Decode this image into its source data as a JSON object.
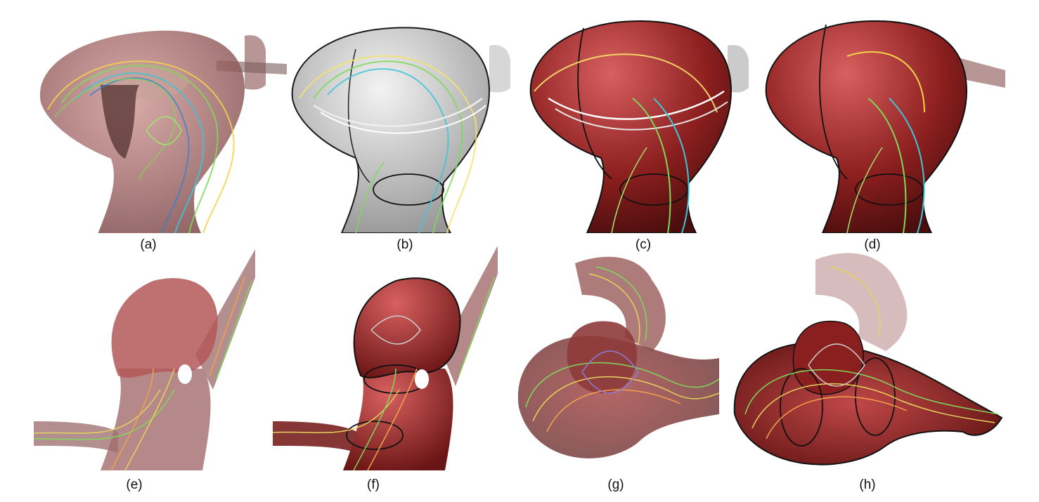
{
  "figure": {
    "captions": [
      "(a)",
      "(b)",
      "(c)",
      "(d)",
      "(e)",
      "(f)",
      "(g)",
      "(h)"
    ]
  },
  "panels": [
    {
      "id": "a",
      "surface": "translucent-red",
      "streamline_palette": [
        "#f4d24a",
        "#7fd85a",
        "#3fc4d8",
        "#2f7fd0"
      ]
    },
    {
      "id": "b",
      "surface": "translucent-gray",
      "streamline_palette": [
        "#f4e36a",
        "#7fd85a",
        "#e8e8e8",
        "#3fc4d8"
      ]
    },
    {
      "id": "c",
      "surface": "opaque-red",
      "streamline_palette": [
        "#f4e36a",
        "#7fd85a",
        "#ffffff",
        "#3fc4d8"
      ]
    },
    {
      "id": "d",
      "surface": "opaque-red",
      "streamline_palette": [
        "#f4d24a",
        "#7fd85a",
        "#3fc4d8"
      ]
    },
    {
      "id": "e",
      "surface": "translucent-red",
      "streamline_palette": [
        "#f2a24a",
        "#e4d35a",
        "#7fd85a"
      ]
    },
    {
      "id": "f",
      "surface": "opaque-red",
      "streamline_palette": [
        "#f2a24a",
        "#e4d35a",
        "#7fd85a",
        "#d0d0d0"
      ]
    },
    {
      "id": "g",
      "surface": "translucent-red",
      "streamline_palette": [
        "#f2a24a",
        "#e4d35a",
        "#7fd85a",
        "#8a7fd8"
      ]
    },
    {
      "id": "h",
      "surface": "mixed-red-gray",
      "streamline_palette": [
        "#f2a24a",
        "#e4d35a",
        "#7fd85a",
        "#d0d0d0"
      ]
    }
  ]
}
